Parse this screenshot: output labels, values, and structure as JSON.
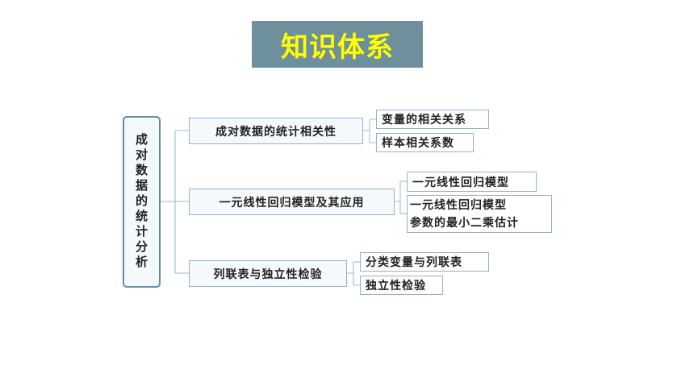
{
  "title": "知识体系",
  "root": "成对数据的统计分析",
  "branches": [
    {
      "label": "成对数据的统计相关性",
      "children": [
        "变量的相关关系",
        "样本相关系数"
      ]
    },
    {
      "label": "一元线性回归模型及其应用",
      "children": [
        "一元线性回归模型",
        "一元线性回归模型\n参数的最小二乘估计"
      ]
    },
    {
      "label": "列联表与独立性检验",
      "children": [
        "分类变量与列联表",
        "独立性检验"
      ]
    }
  ],
  "colors": {
    "title_bg": "#6e8f9c",
    "title_text": "#ffff00",
    "border": "#8fb4c8",
    "connector": "#9ab8c8"
  }
}
